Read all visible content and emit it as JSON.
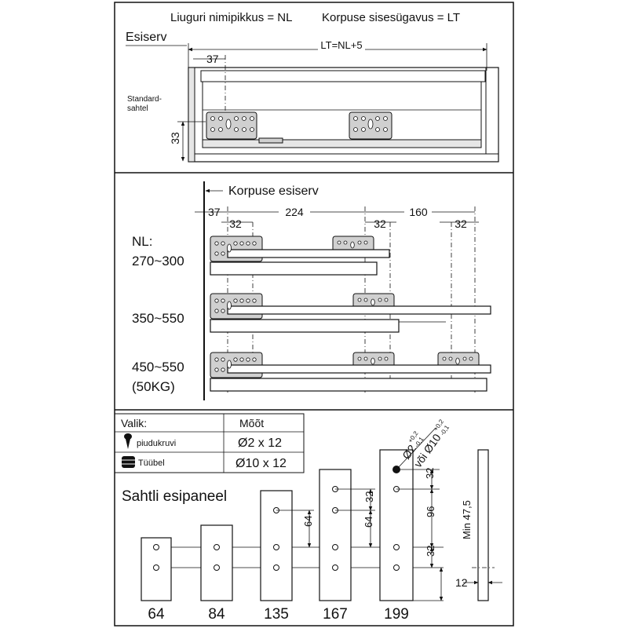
{
  "top": {
    "nl_def": "Liuguri nimipikkus = NL",
    "lt_def": "Korpuse sisesügavus  = LT",
    "front_label": "Esiserv",
    "lt_formula": "LT=NL+5",
    "dim_37": "37",
    "dim_33": "33",
    "drawer_label_1": "Standard-",
    "drawer_label_2": "sahtel"
  },
  "middle": {
    "front_label": "Korpuse esiserv",
    "dim_37": "37",
    "dim_224": "224",
    "dim_160": "160",
    "dim_32": "32",
    "nl_label": "NL:",
    "rows": [
      {
        "range": "270~300"
      },
      {
        "range": "350~550"
      },
      {
        "range": "450~550",
        "extra": "(50KG)"
      }
    ]
  },
  "table": {
    "col1": "Valik:",
    "col2": "Mõõt",
    "rows": [
      {
        "name": "piudukruvi",
        "value": "Ø2 x 12"
      },
      {
        "name": "Tüübel",
        "value": "Ø10 x 12"
      }
    ]
  },
  "bottom": {
    "title": "Sahtli esipaneel",
    "panels": [
      {
        "label": "64"
      },
      {
        "label": "84"
      },
      {
        "label": "135"
      },
      {
        "label": "167"
      },
      {
        "label": "199"
      }
    ],
    "dims": {
      "d64a": "64",
      "d32a": "32",
      "d64b": "64",
      "d32b": "32",
      "d96": "96",
      "d32c": "32",
      "min475": "Min 47,5",
      "d12": "12"
    },
    "hole_callout_1": "Ø2",
    "hole_callout_1_tol_up": "+0,2",
    "hole_callout_1_tol_dn": "-0,1",
    "hole_callout_2": "või Ø10",
    "hole_callout_2_tol_up": "+0,2",
    "hole_callout_2_tol_dn": "-0,1"
  }
}
